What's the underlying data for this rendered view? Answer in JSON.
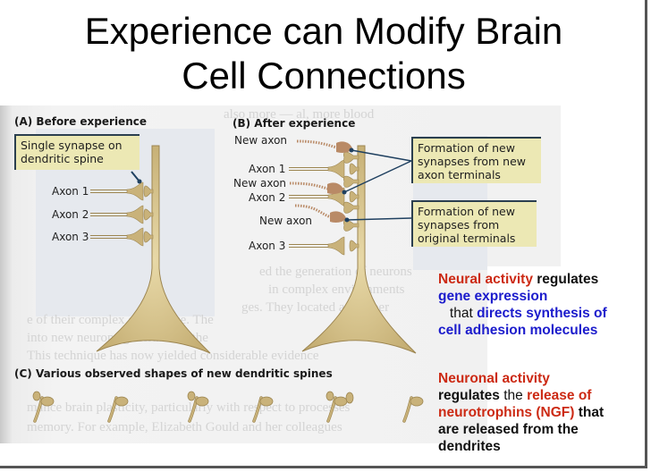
{
  "slide": {
    "title_line1": "Experience can Modify Brain",
    "title_line2": "Cell Connections"
  },
  "figure": {
    "panel_a": {
      "header": "(A)  Before experience",
      "callout": [
        "Single synapse on",
        "dendritic spine"
      ],
      "axons": [
        "Axon 1",
        "Axon 2",
        "Axon 3"
      ]
    },
    "panel_b": {
      "header": "(B)  After experience",
      "labels": [
        "New axon",
        "Axon 1",
        "New axon",
        "Axon 2",
        "New axon",
        "Axon 3"
      ],
      "callout_new_terminals": [
        "Formation of new",
        "synapses from new",
        "axon terminals"
      ],
      "callout_original_terminals": [
        "Formation of new",
        "synapses from",
        "original terminals"
      ]
    },
    "panel_c": {
      "header": "(C)  Various observed shapes of new dendritic spines",
      "spine_shapes_count": 6
    },
    "colors": {
      "neuron": "#c9b27a",
      "neuron_edge": "#9c8550",
      "new_axon": "#b98a66",
      "callout_bg": "#ece8b4",
      "callout_line": "#1f4060"
    }
  },
  "notes": {
    "note1": {
      "part1_red": "Neural activity",
      "part2_black": " regulates",
      "part3_blue": "gene expression",
      "part4_normal": "that",
      "part5_blue": " directs synthesis of",
      "part6_blue": "cell adhesion molecules"
    },
    "note2": {
      "part1_red": "Neuronal activity",
      "part2_black": "regulates",
      "part3_normal": " the ",
      "part4_red": "release of",
      "part5_red": "neurotrophins (NGF)",
      "part6_black": " that",
      "part7_black": "are released from the",
      "part8_black": "dendrites"
    },
    "colors": {
      "red": "#cc2a14",
      "blue": "#1c1ccc",
      "black": "#111111"
    }
  }
}
